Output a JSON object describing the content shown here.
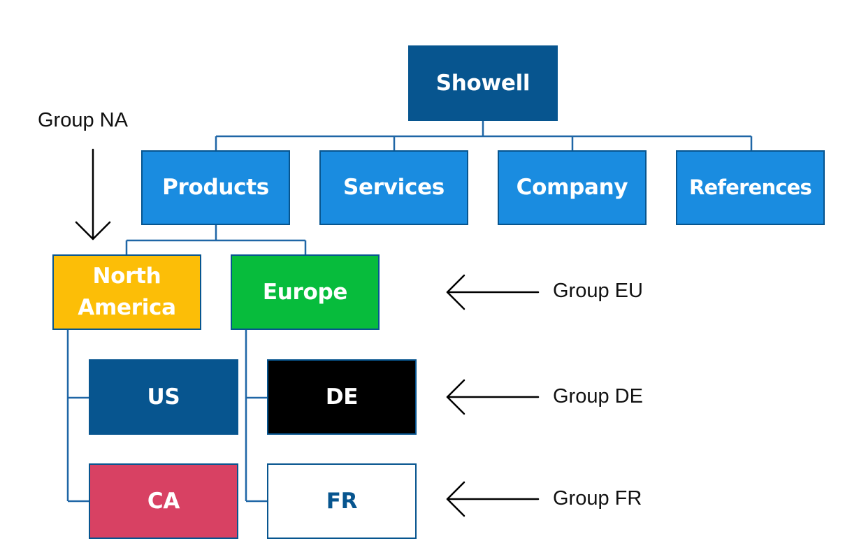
{
  "nodes": {
    "showell": "Showell",
    "products": "Products",
    "services": "Services",
    "company": "Company",
    "references": "References",
    "north_america": "North\nAmerica",
    "europe": "Europe",
    "us": "US",
    "ca": "CA",
    "de": "DE",
    "fr": "FR"
  },
  "annotations": {
    "group_na": "Group NA",
    "group_eu": "Group EU",
    "group_de": "Group DE",
    "group_fr": "Group FR"
  },
  "colors": {
    "dark_blue": "#07558F",
    "light_blue": "#1A8CE0",
    "connector": "#1F66A6",
    "yellow": "#FCBE07",
    "green": "#07BC3C",
    "black": "#000000",
    "pink": "#D84163",
    "white": "#FFFFFF"
  }
}
